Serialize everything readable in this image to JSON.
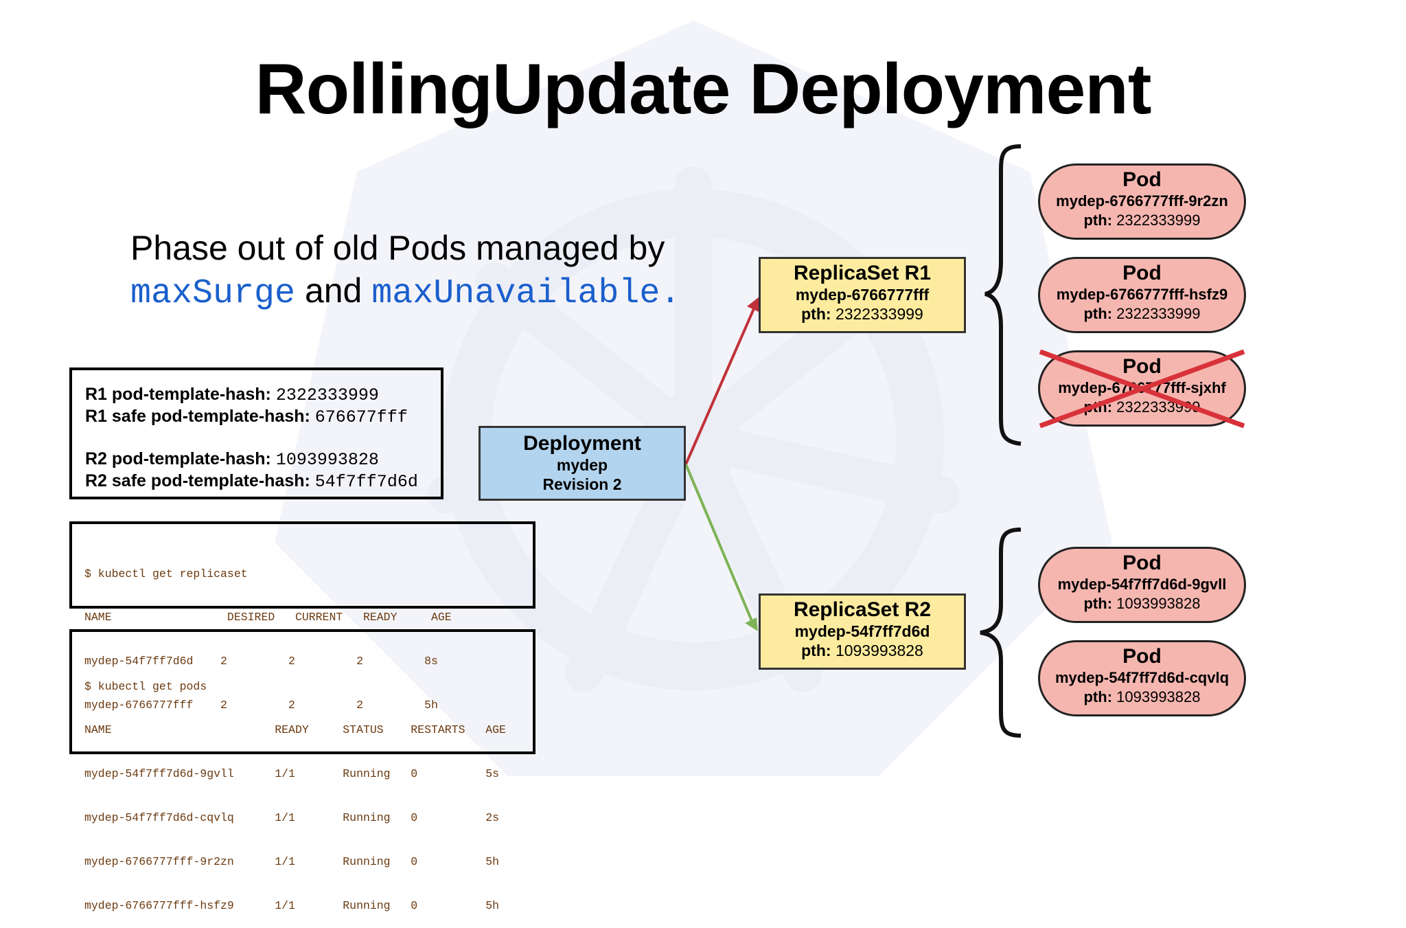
{
  "title": "RollingUpdate Deployment",
  "subtitle": {
    "line1": "Phase out of old Pods managed by",
    "code1": "maxSurge",
    "and": " and ",
    "code2": "maxUnavailable."
  },
  "hashes": [
    {
      "label": "R1 pod-template-hash:",
      "value": "2322333999"
    },
    {
      "label": "R1 safe pod-template-hash:",
      "value": "676677fff"
    },
    {
      "label": "R2 pod-template-hash:",
      "value": "1093993828"
    },
    {
      "label": "R2 safe pod-template-hash:",
      "value": "54f7ff7d6d"
    }
  ],
  "replicaset_terminal": {
    "command": "$ kubectl get replicaset",
    "header": "NAME                 DESIRED   CURRENT   READY     AGE",
    "rows": [
      "mydep-54f7ff7d6d    2         2         2         8s",
      "mydep-6766777fff    2         2         2         5h"
    ]
  },
  "pods_terminal": {
    "command": "$ kubectl get pods",
    "header": "NAME                        READY     STATUS    RESTARTS   AGE",
    "rows": [
      "mydep-54f7ff7d6d-9gvll      1/1       Running   0          5s",
      "mydep-54f7ff7d6d-cqvlq      1/1       Running   0          2s",
      "mydep-6766777fff-9r2zn      1/1       Running   0          5h",
      "mydep-6766777fff-hsfz9      1/1       Running   0          5h"
    ]
  },
  "deployment": {
    "title": "Deployment",
    "name": "mydep",
    "revision": "Revision 2"
  },
  "replicaset_r1": {
    "title": "ReplicaSet R1",
    "name": "mydep-6766777fff",
    "pth_label": "pth:",
    "pth_value": "2322333999"
  },
  "replicaset_r2": {
    "title": "ReplicaSet R2",
    "name": "mydep-54f7ff7d6d",
    "pth_label": "pth:",
    "pth_value": "1093993828"
  },
  "pods_r1": [
    {
      "title": "Pod",
      "name": "mydep-6766777fff-9r2zn",
      "pth_label": "pth:",
      "pth_value": "2322333999"
    },
    {
      "title": "Pod",
      "name": "mydep-6766777fff-hsfz9",
      "pth_label": "pth:",
      "pth_value": "2322333999"
    },
    {
      "title": "Pod",
      "name": "mydep-6766777fff-sjxhf",
      "pth_label": "pth:",
      "pth_value": "2322333999",
      "terminated": true
    }
  ],
  "pods_r2": [
    {
      "title": "Pod",
      "name": "mydep-54f7ff7d6d-9gvll",
      "pth_label": "pth:",
      "pth_value": "1093993828"
    },
    {
      "title": "Pod",
      "name": "mydep-54f7ff7d6d-cqvlq",
      "pth_label": "pth:",
      "pth_value": "1093993828"
    }
  ],
  "colors": {
    "deployment_fill": "#b3d4ee",
    "replicaset_fill": "#fdec9f",
    "pod_fill": "#f6b6b0",
    "arrow_r1": "#c0323a",
    "arrow_r2": "#7db356",
    "cross": "#d8323a",
    "code_text": "#1a5fcc",
    "terminal_text": "#6b3a10"
  },
  "icons": {
    "background": "kubernetes-helm-watermark-icon"
  }
}
